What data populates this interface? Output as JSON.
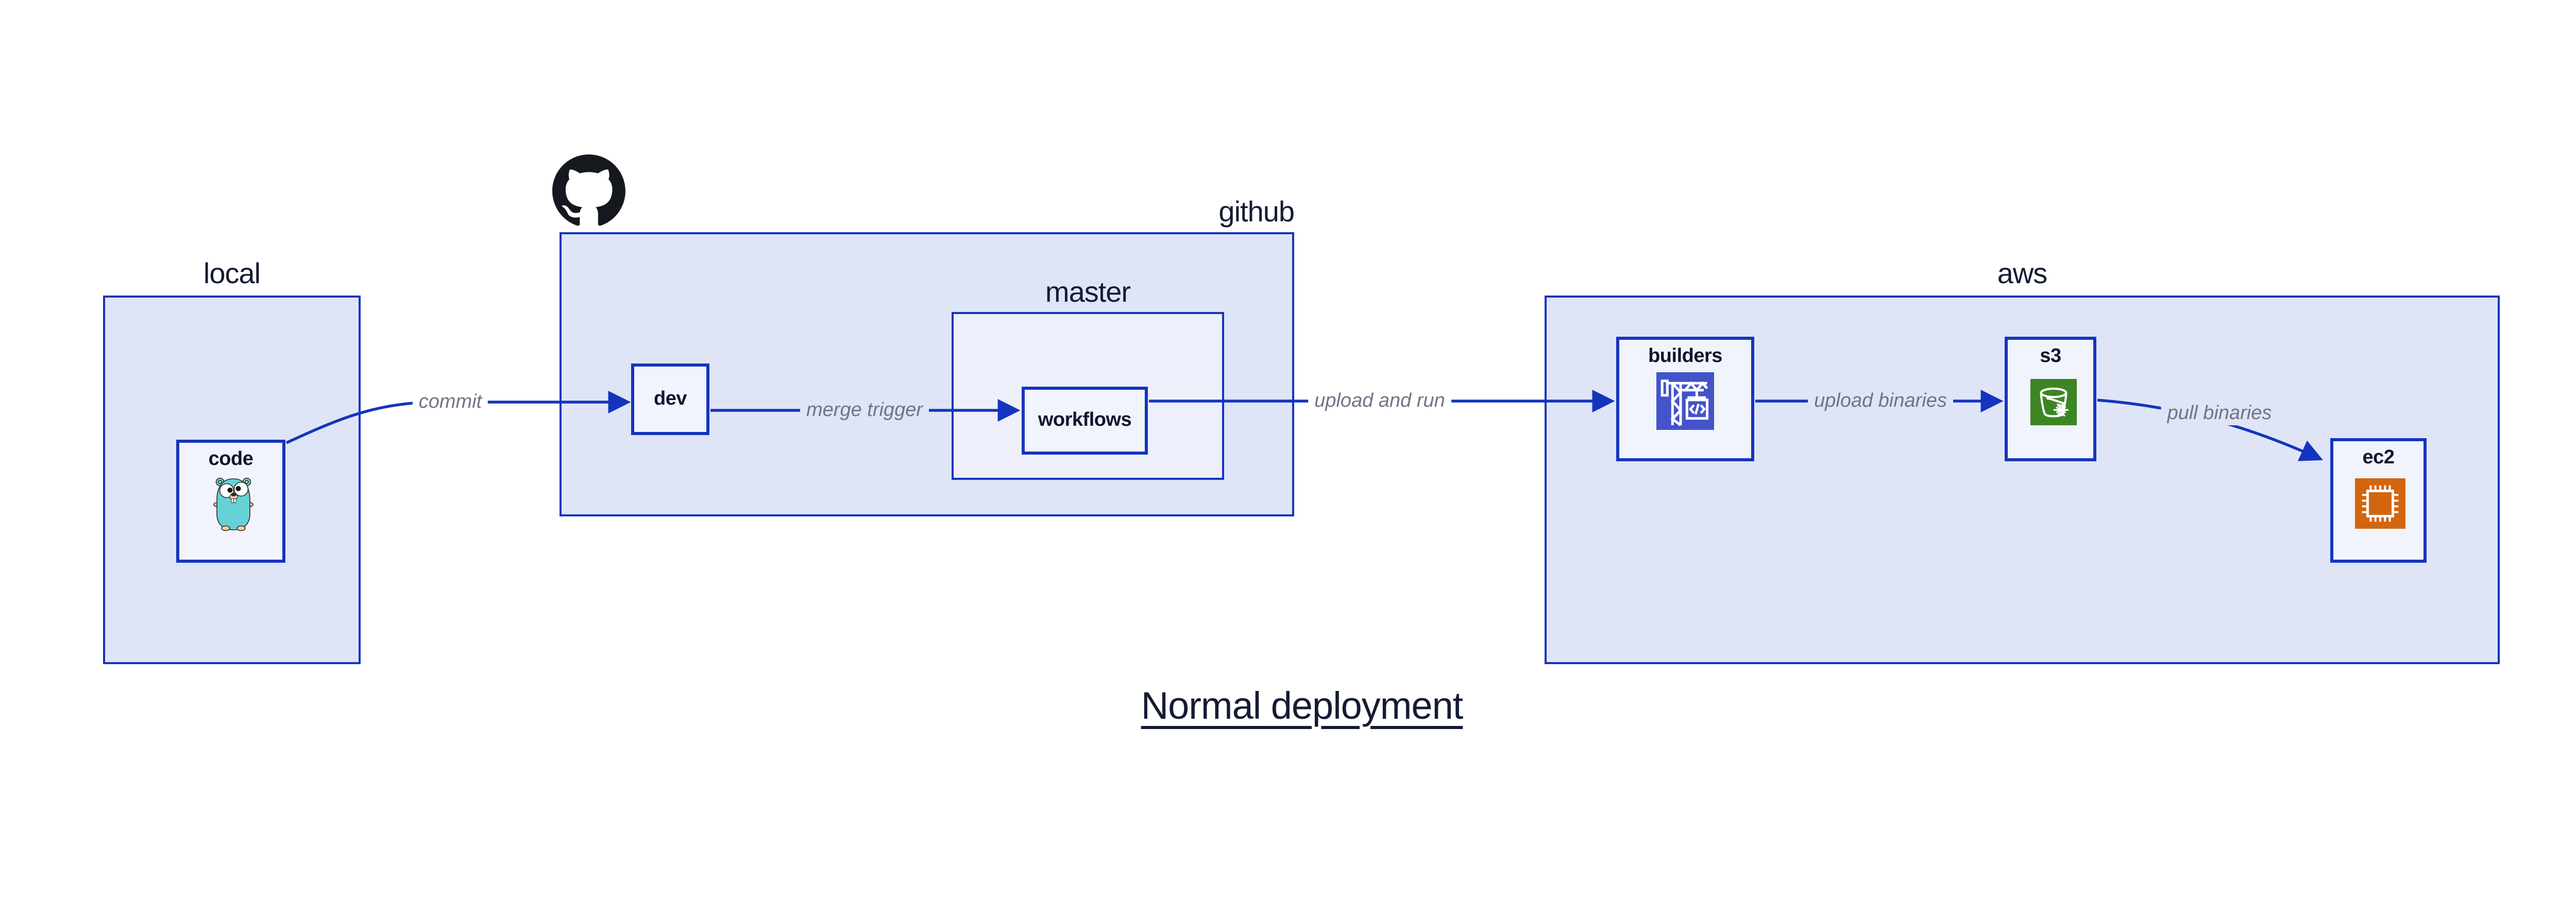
{
  "diagram": {
    "title": "Normal deployment",
    "logo": {
      "name": "github-octocat-logo"
    },
    "containers": {
      "local": {
        "label": "local"
      },
      "github": {
        "label": "github"
      },
      "master": {
        "label": "master"
      },
      "aws": {
        "label": "aws"
      }
    },
    "nodes": {
      "code": {
        "label": "code",
        "icon": "go-gopher-icon"
      },
      "dev": {
        "label": "dev"
      },
      "workflows": {
        "label": "workflows"
      },
      "builders": {
        "label": "builders",
        "icon": "codebuild-crane-icon",
        "icon_bg": "#4353ca"
      },
      "s3": {
        "label": "s3",
        "icon": "s3-bucket-icon",
        "icon_bg": "#3d8524"
      },
      "ec2": {
        "label": "ec2",
        "icon": "ec2-chip-icon",
        "icon_bg": "#d2660f"
      }
    },
    "edges": {
      "commit": {
        "label": "commit",
        "from": "code",
        "to": "dev"
      },
      "merge_trigger": {
        "label": "merge trigger",
        "from": "dev",
        "to": "workflows"
      },
      "upload_and_run": {
        "label": "upload and run",
        "from": "workflows",
        "to": "builders"
      },
      "upload_binaries": {
        "label": "upload binaries",
        "from": "builders",
        "to": "s3"
      },
      "pull_binaries": {
        "label": "pull binaries",
        "from": "s3",
        "to": "ec2"
      }
    },
    "colors": {
      "stroke_blue": "#1534bd",
      "container_fill": "#dfe5f7",
      "master_fill": "#edf0fa",
      "node_fill": "#f1f4fc",
      "dark_text": "#141b33",
      "edge_label_gray": "#6f7585",
      "gopher_teal": "#66d2d6",
      "codebuild_indigo": "#4353ca",
      "s3_green": "#3d8524",
      "ec2_orange": "#d2660f",
      "background": "#ffffff"
    }
  }
}
